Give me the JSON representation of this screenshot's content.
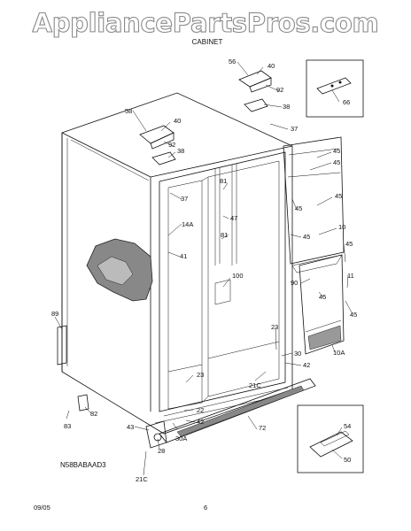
{
  "header": {
    "watermark": "AppliancePartsPros.com",
    "title": "CABINET"
  },
  "diagram_code": "N58BABAAD3",
  "footer": {
    "date": "09/05",
    "page": "6"
  },
  "part_numbers": {
    "p56": "56",
    "p40a": "40",
    "p92a": "92",
    "p38a": "38",
    "p58": "58",
    "p40b": "40",
    "p92b": "92",
    "p38b": "38",
    "p66": "66",
    "p37a": "37",
    "p37b": "37",
    "p45a": "45",
    "p45b": "45",
    "p45c": "45",
    "p45d": "45",
    "p45e": "45",
    "p45f": "45",
    "p45g": "45",
    "p81a": "81",
    "p47": "47",
    "p81b": "81",
    "p10": "10",
    "p14a": "14A",
    "p41": "41",
    "p100": "100",
    "p90": "90",
    "p11": "11",
    "p89": "89",
    "p23a": "23",
    "p30a": "30",
    "p42a": "42",
    "p10a": "10A",
    "p21ca": "21C",
    "p23b": "23",
    "p22": "22",
    "p42b": "42",
    "p72": "72",
    "p82": "82",
    "p83": "83",
    "p43": "43",
    "p28": "28",
    "p30b": "30A",
    "p21cb": "21C",
    "p54": "54",
    "p50": "50"
  }
}
